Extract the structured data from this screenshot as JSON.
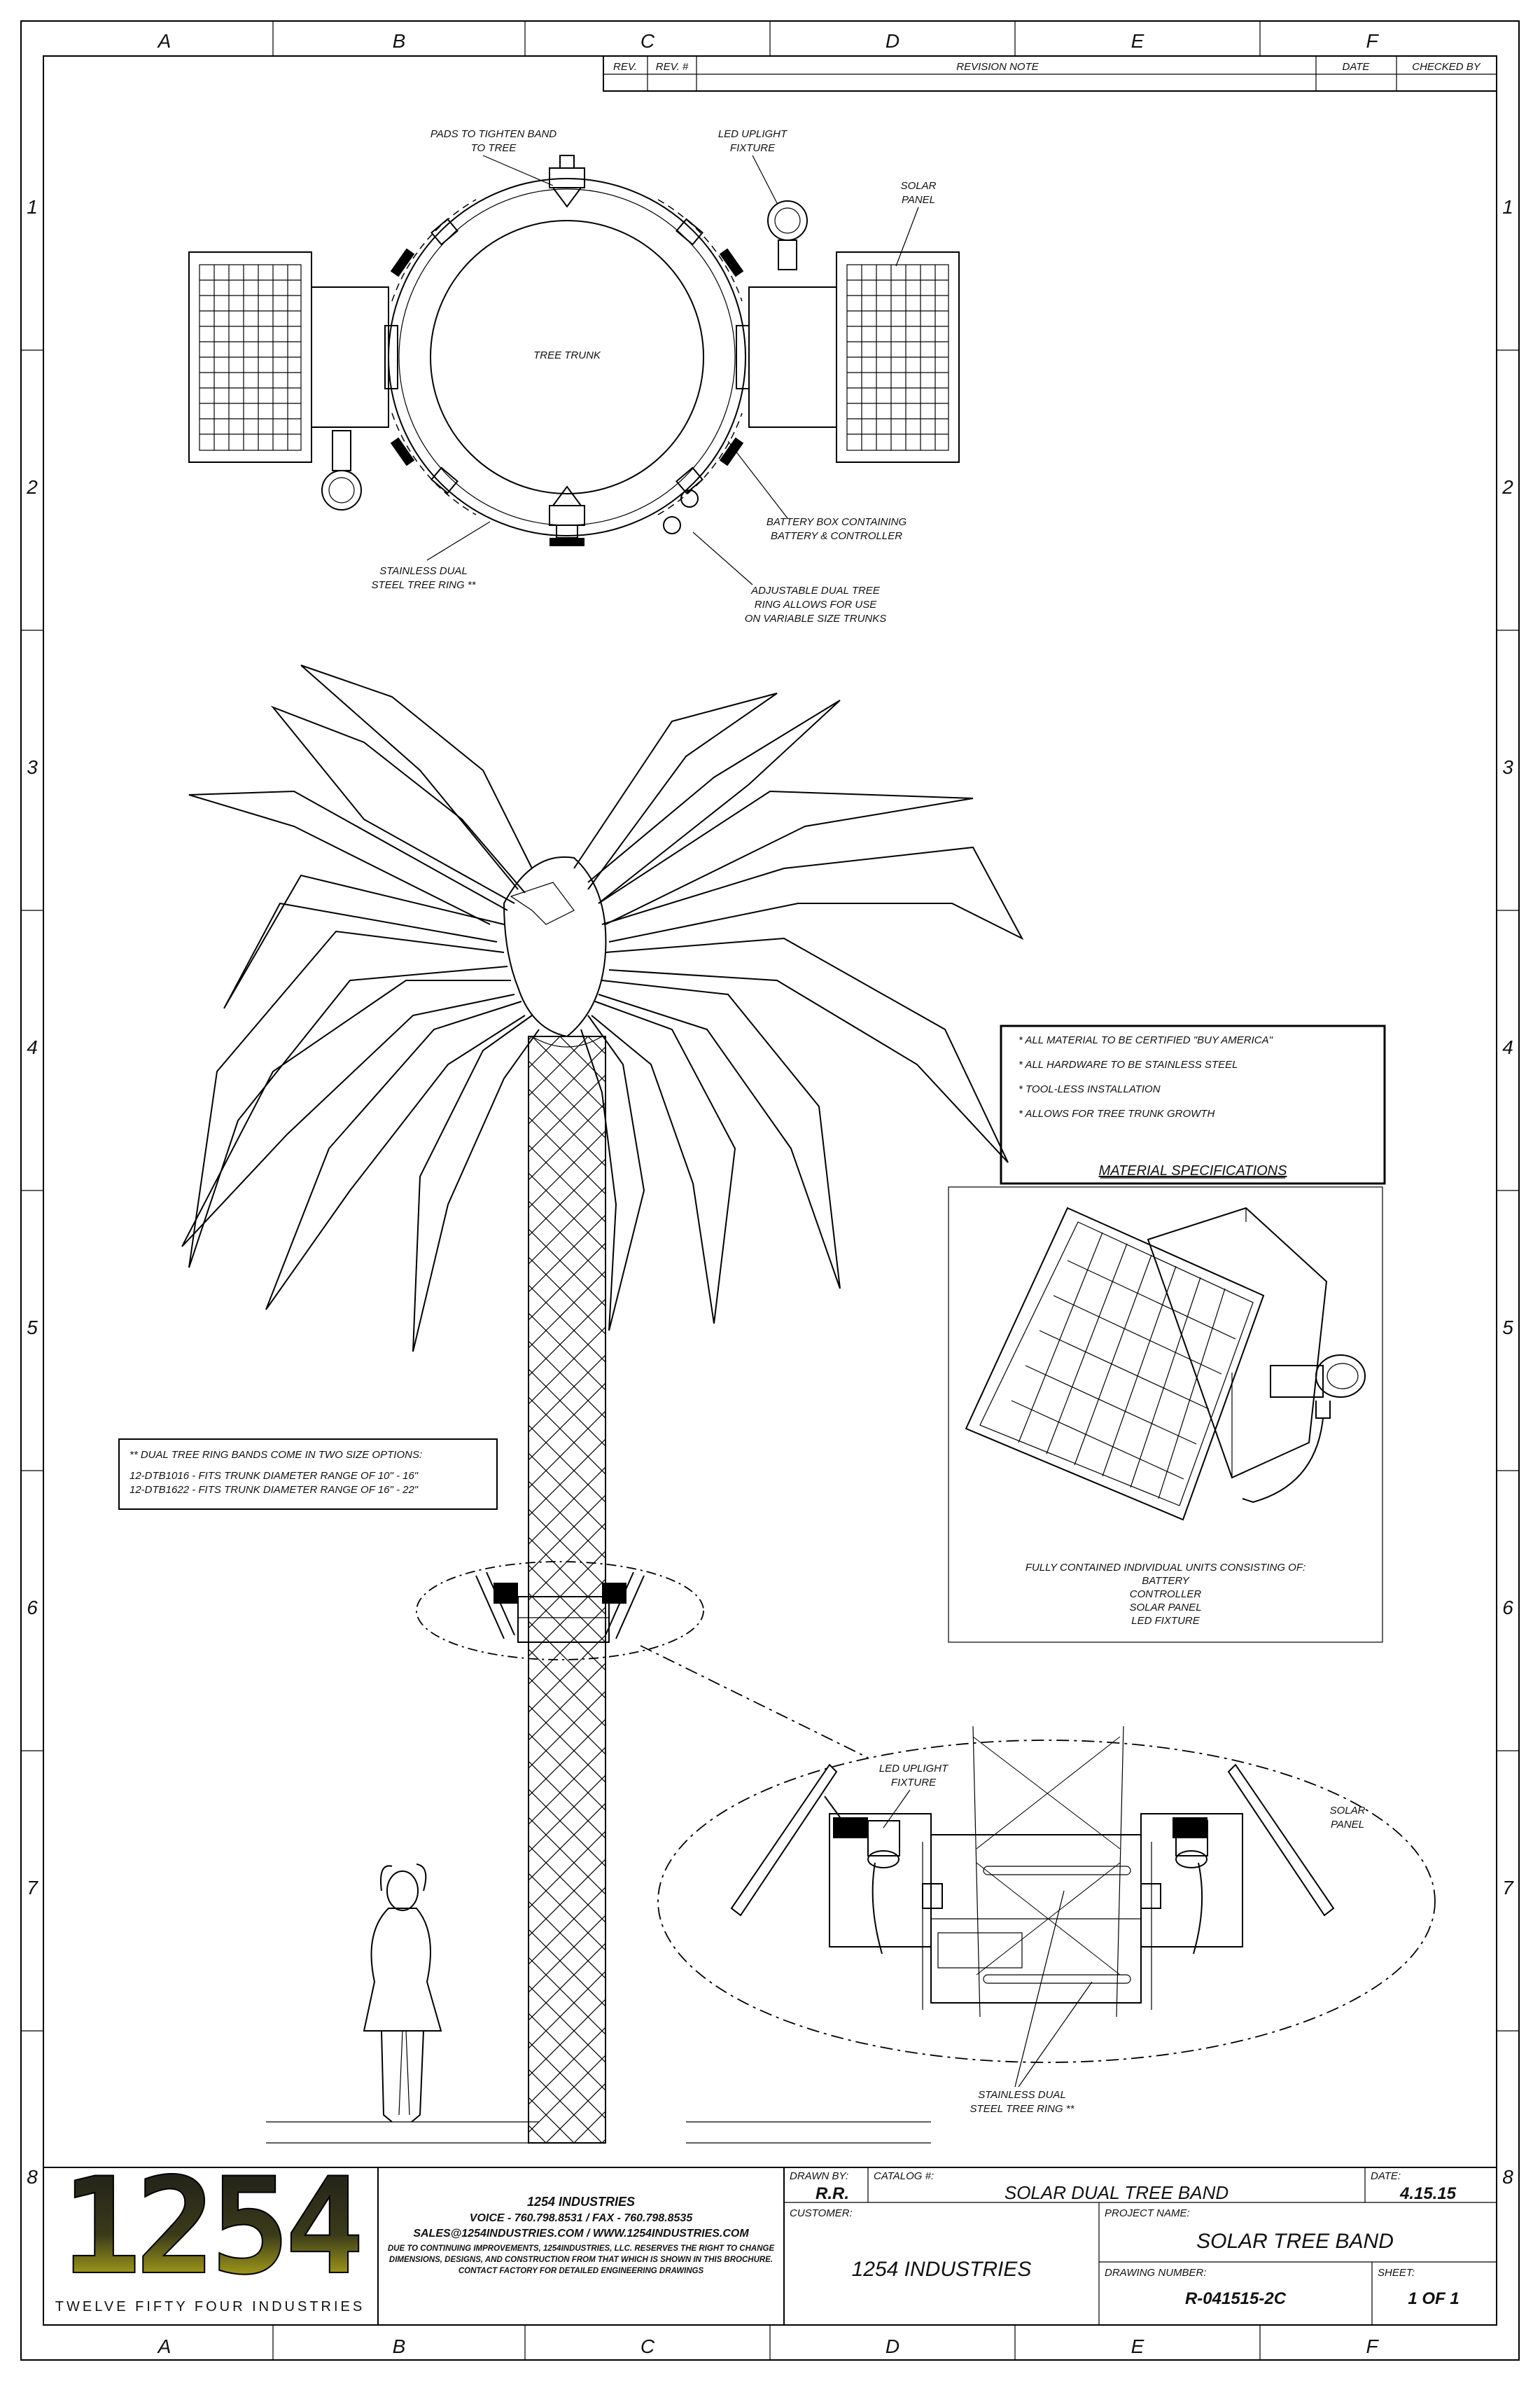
{
  "border": {
    "columns": [
      "A",
      "B",
      "C",
      "D",
      "E",
      "F"
    ],
    "rows": [
      "1",
      "2",
      "3",
      "4",
      "5",
      "6",
      "7",
      "8"
    ]
  },
  "revision_block": {
    "rev": "REV.",
    "rev_num": "REV. #",
    "note": "REVISION NOTE",
    "date": "DATE",
    "checked_by": "CHECKED BY"
  },
  "plan_view": {
    "pads_label": [
      "PADS TO TIGHTEN BAND",
      "TO TREE"
    ],
    "led_label": [
      "LED UPLIGHT",
      "FIXTURE"
    ],
    "solar_label": [
      "SOLAR",
      "PANEL"
    ],
    "trunk_label": "TREE TRUNK",
    "battery_label": [
      "BATTERY BOX CONTAINING",
      "BATTERY & CONTROLLER"
    ],
    "ring_label": [
      "STAINLESS DUAL",
      "STEEL TREE RING **"
    ],
    "adjustable_label": [
      "ADJUSTABLE DUAL TREE",
      "RING ALLOWS FOR USE",
      "ON VARIABLE SIZE TRUNKS"
    ]
  },
  "material_specs": {
    "items": [
      "* ALL MATERIAL TO BE CERTIFIED \"BUY AMERICA\"",
      "* ALL HARDWARE TO BE STAINLESS STEEL",
      "* TOOL-LESS INSTALLATION",
      "* ALLOWS FOR TREE TRUNK GROWTH"
    ],
    "title": "MATERIAL SPECIFICATIONS"
  },
  "unit_box": {
    "caption": [
      "FULLY CONTAINED INDIVIDUAL UNITS CONSISTING OF:",
      "BATTERY",
      "CONTROLLER",
      "SOLAR PANEL",
      "LED FIXTURE"
    ]
  },
  "size_options": {
    "lines": [
      "** DUAL TREE RING BANDS COME IN TWO SIZE OPTIONS:",
      "12-DTB1016 - FITS TRUNK DIAMETER RANGE OF 10\" - 16\"",
      "12-DTB1622 - FITS TRUNK DIAMETER RANGE OF 16\" - 22\""
    ]
  },
  "detail_view": {
    "led_label": [
      "LED UPLIGHT",
      "FIXTURE"
    ],
    "solar_label": [
      "SOLAR",
      "PANEL"
    ],
    "ring_label": [
      "STAINLESS DUAL",
      "STEEL TREE RING **"
    ]
  },
  "title_block": {
    "logo_number": "1254",
    "logo_subtitle": "TWELVE FIFTY FOUR INDUSTRIES",
    "company_name": "1254 INDUSTRIES",
    "contact_phone": "VOICE - 760.798.8531 / FAX - 760.798.8535",
    "contact_web": "SALES@1254INDUSTRIES.COM / WWW.1254INDUSTRIES.COM",
    "disclaimer_1": "DUE TO CONTINUING IMPROVEMENTS, 1254INDUSTRIES, LLC. RESERVES THE RIGHT TO CHANGE",
    "disclaimer_2": "DIMENSIONS, DESIGNS, AND CONSTRUCTION FROM THAT WHICH IS SHOWN IN THIS BROCHURE.",
    "disclaimer_3": "CONTACT FACTORY FOR DETAILED ENGINEERING DRAWINGS",
    "drawn_by_label": "DRAWN BY:",
    "drawn_by": "R.R.",
    "catalog_label": "CATALOG #:",
    "catalog": "SOLAR DUAL TREE BAND",
    "date_label": "DATE:",
    "date": "4.15.15",
    "customer_label": "CUSTOMER:",
    "customer": "1254 INDUSTRIES",
    "project_label": "PROJECT NAME:",
    "project": "SOLAR TREE BAND",
    "drawing_number_label": "DRAWING NUMBER:",
    "drawing_number": "R-041515-2C",
    "sheet_label": "SHEET:",
    "sheet": "1 OF 1"
  },
  "colors": {
    "line": "#000000",
    "logo_yellow": "#e8dc1a",
    "logo_dark": "#1a1a1a"
  }
}
